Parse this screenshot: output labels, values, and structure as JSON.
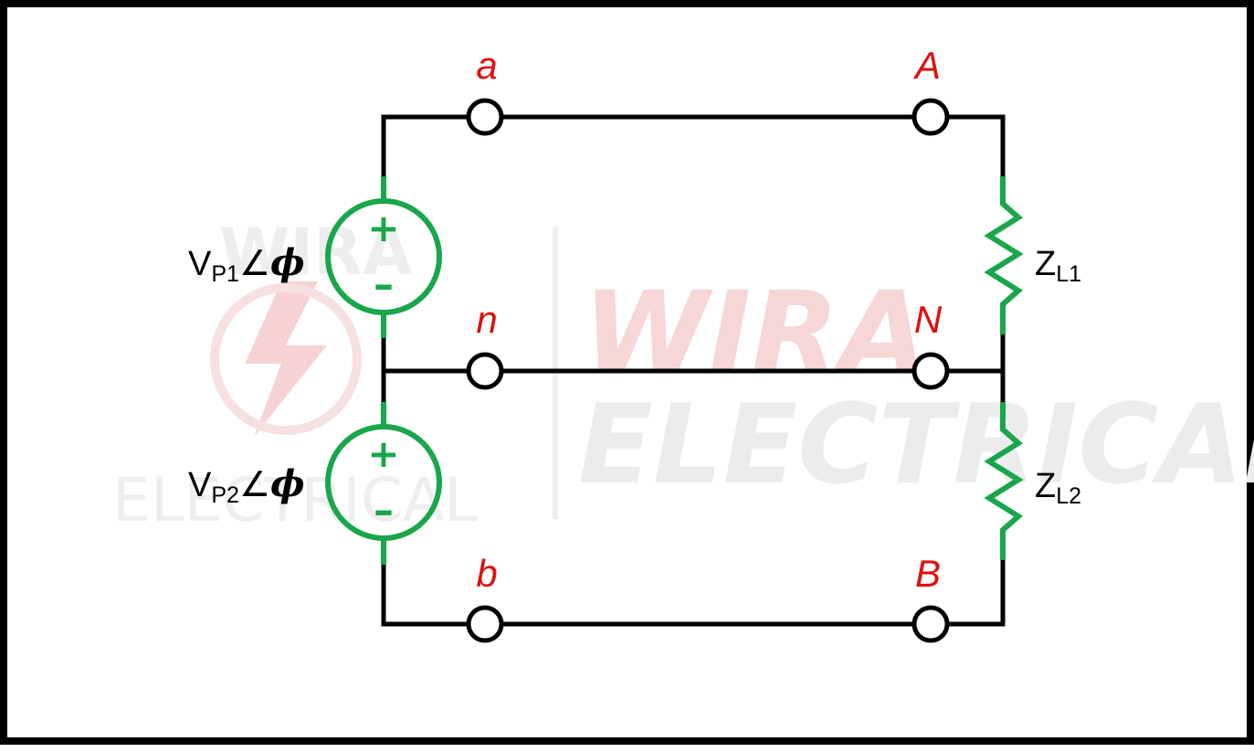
{
  "colors": {
    "wire": "#000000",
    "component": "#1aa64a",
    "terminal_label": "#dd1111",
    "watermark_red": "#f5c9c9",
    "watermark_gray": "#ebebeb"
  },
  "watermark": {
    "small_top": "WIRA",
    "small_bottom": "ELECTRICAL",
    "big_top": "WIRA",
    "big_bottom": "ELECTRICAL"
  },
  "terminals": {
    "a": "a",
    "A": "A",
    "n": "n",
    "N": "N",
    "b": "b",
    "B": "B"
  },
  "sources": [
    {
      "main": "V",
      "sub": "P1",
      "angle": "∠",
      "phase": "ϕ",
      "plus": "+",
      "minus": "–"
    },
    {
      "main": "V",
      "sub": "P2",
      "angle": "∠",
      "phase": "ϕ",
      "plus": "+",
      "minus": "–"
    }
  ],
  "loads": [
    {
      "main": "Z",
      "sub": "L1"
    },
    {
      "main": "Z",
      "sub": "L2"
    }
  ]
}
